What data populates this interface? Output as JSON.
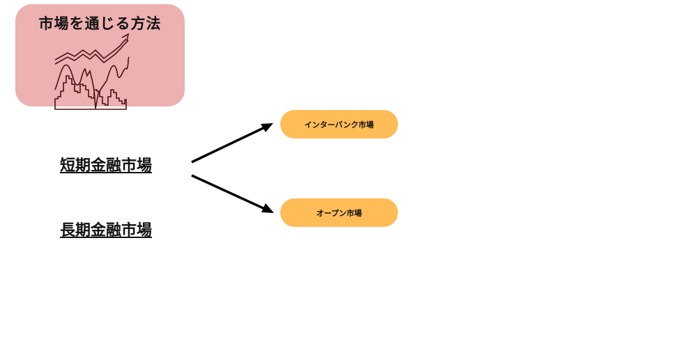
{
  "title": "市場を通じる方法",
  "left_labels": [
    "短期金融市場",
    "長期金融市場"
  ],
  "targets": [
    "インターバンク市場",
    "オープン市場"
  ],
  "colors": {
    "title_bg": "#ecb1b0",
    "pill_bg": "#ffbc57",
    "icon": "#4a0f14"
  }
}
